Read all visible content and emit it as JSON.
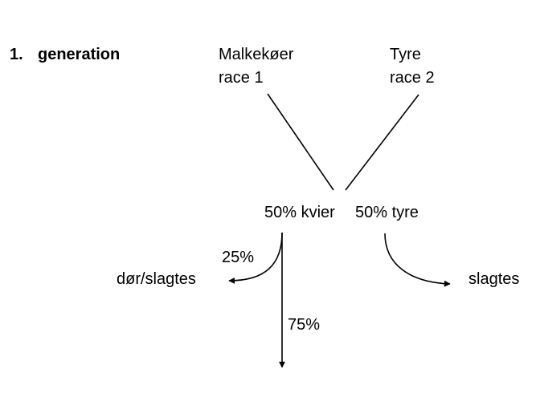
{
  "generation": {
    "number": "1.",
    "label": "generation"
  },
  "parents": {
    "left": {
      "line1": "Malkekøer",
      "line2": "race 1"
    },
    "right": {
      "line1": "Tyre",
      "line2": "race 2"
    }
  },
  "offspring": {
    "heifers": "50% kvier",
    "bulls": "50% tyre"
  },
  "outcomes": {
    "heifer_loss_pct": "25%",
    "heifer_loss_label": "dør/slagtes",
    "heifer_keep_pct": "75%",
    "bull_label": "slagtes"
  },
  "colors": {
    "line": "#000000",
    "background": "#ffffff"
  }
}
